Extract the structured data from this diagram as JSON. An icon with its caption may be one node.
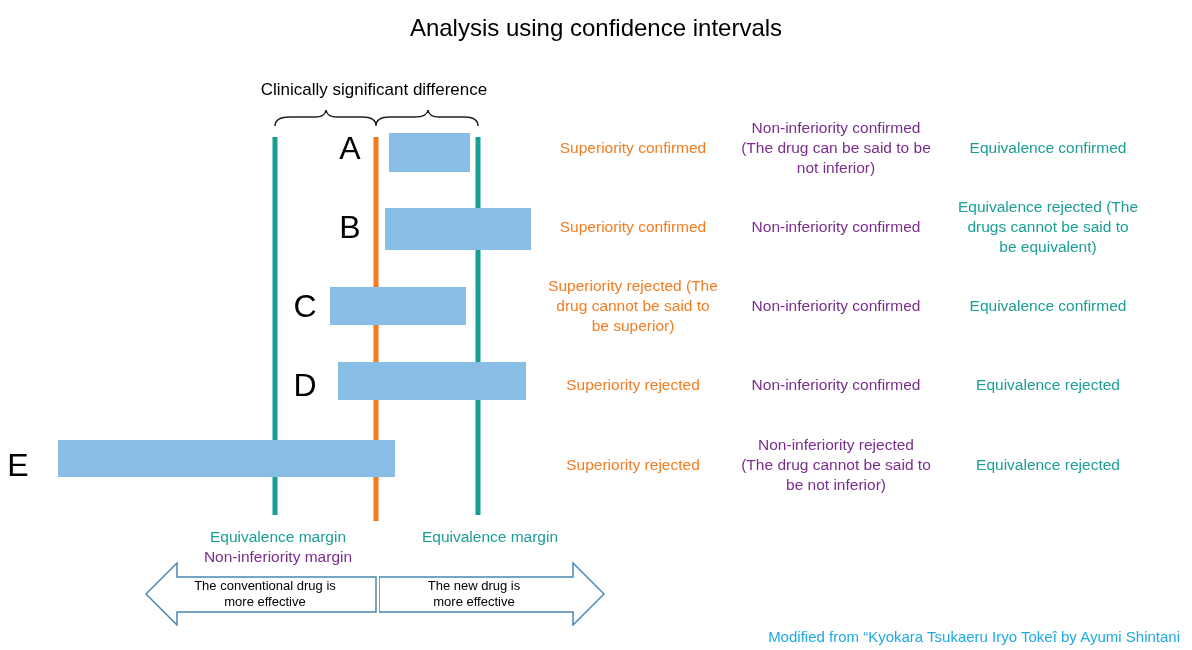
{
  "diagram": {
    "title": "Analysis using confidence intervals",
    "caption": "Modified from “Kyokara Tsukaeru Iryo Tokeî by Ayumi Shintani",
    "nodes": [
      {
        "text": [
          "The conventional drug is more effective"
        ]
      },
      {
        "text": [
          "The new drug is more effective"
        ]
      },
      {
        "text": [],
        "shape": "bar"
      },
      {
        "text": [],
        "shape": "bar"
      },
      {
        "text": [],
        "shape": "bar"
      },
      {
        "text": [],
        "shape": "bar"
      },
      {
        "text": [],
        "shape": "bar"
      }
    ],
    "labels": [
      "Clinically significant difference",
      "A",
      "Superiority confirmed",
      "Non-inferiority confirmed (The drug can be said to be not inferior)",
      "Equivalence confirmed",
      "B",
      "Superiority confirmed",
      "Non-inferiority confirmed",
      "Equivalence rejected (The drugs cannot be said to be equivalent)",
      "C",
      "Superiority rejected (The drug cannot be said to be superior)",
      "Non-inferiority confirmed",
      "Equivalence confirmed",
      "D",
      "Superiority rejected",
      "Non-inferiority confirmed",
      "Equivalence rejected",
      "E",
      "Superiority rejected",
      "Non-inferiority rejected (The drug cannot be said to be not inferior)",
      "Equivalence rejected",
      "Equivalence margin",
      "Non-inferiority margin",
      "Equivalence margin"
    ]
  }
}
